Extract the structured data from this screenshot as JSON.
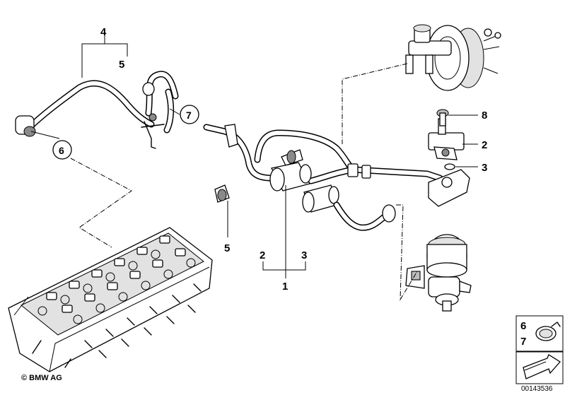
{
  "callouts": {
    "c4": "4",
    "c5a": "5",
    "c6": "6",
    "c7": "7",
    "c8": "8",
    "c2a": "2",
    "c3a": "3",
    "c5b": "5",
    "c2b": "2",
    "c3b": "3",
    "c1": "1"
  },
  "legend": {
    "n6": "6",
    "n7": "7"
  },
  "footer": {
    "copyright": "© BMW AG",
    "diagram_number": "00143536"
  }
}
